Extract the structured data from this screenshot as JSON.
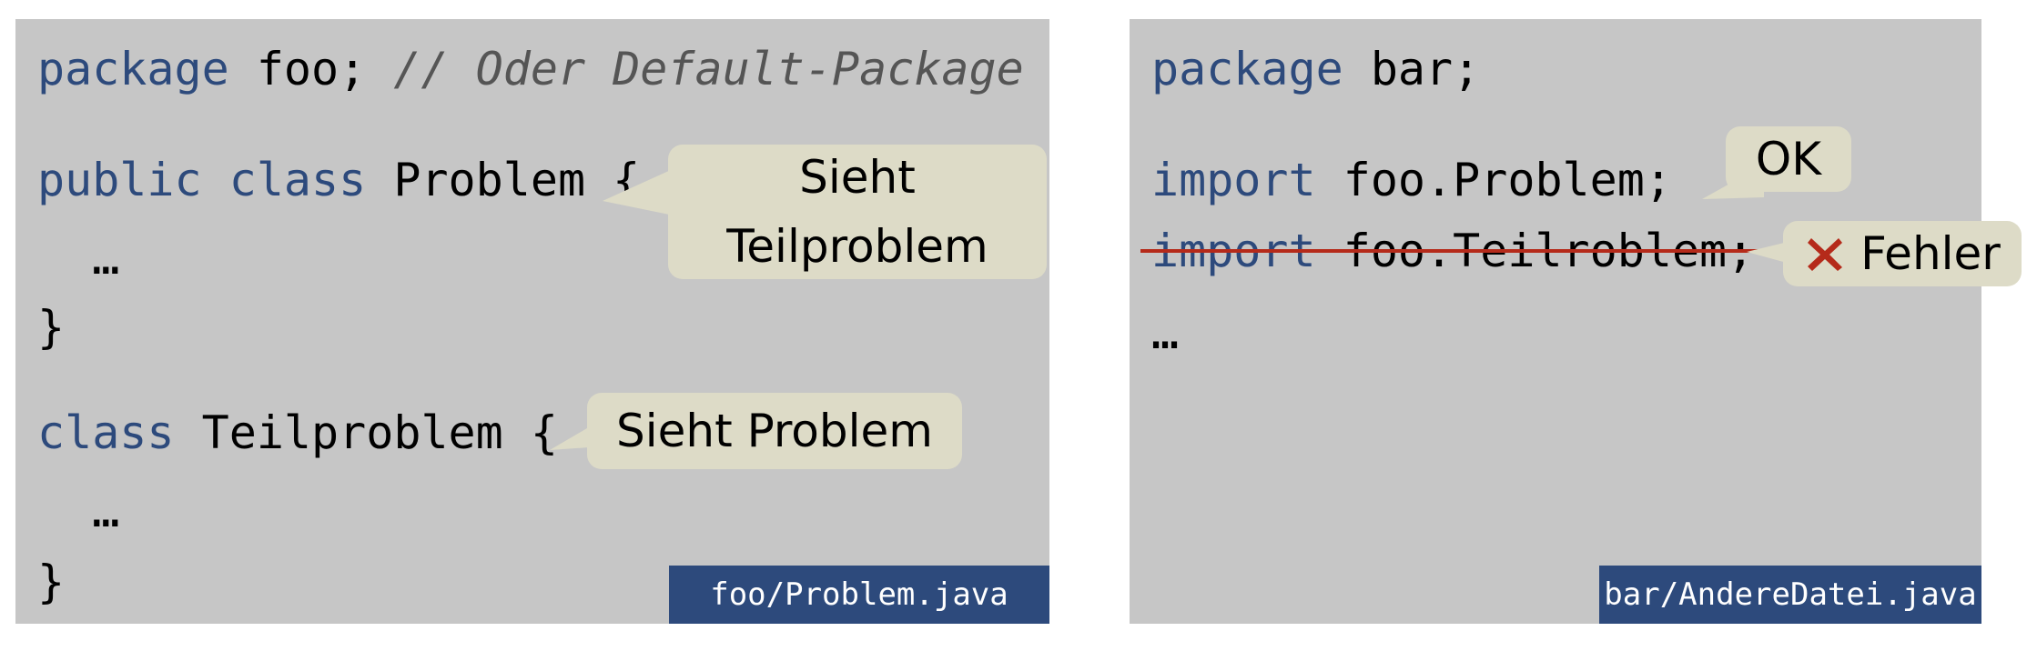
{
  "left": {
    "line1_kw": "package",
    "line1_rest": " foo; ",
    "line1_comment": "// Oder Default-Package",
    "line2_kw": "public class",
    "line2_rest": " Problem {",
    "line3": "  …",
    "line4": "}",
    "line5_kw": "class",
    "line5_rest": " Teilproblem {",
    "line6": "  …",
    "line7": "}",
    "bubble_top_line1": "Sieht",
    "bubble_top_line2": "Teilproblem",
    "bubble_bottom": "Sieht Problem",
    "file_label": "foo/Problem.java"
  },
  "right": {
    "line1_kw": "package",
    "line1_rest": " bar;",
    "line2_kw": "import",
    "line2_rest": " foo.Problem;",
    "line3_kw": "import",
    "line3_rest": " foo.Teilroblem;",
    "line4": "…",
    "bubble_ok": "OK",
    "bubble_error": "Fehler",
    "error_icon": "cross-icon",
    "file_label": "bar/AndereDatei.java"
  },
  "colors": {
    "keyword": "#2d4a7c",
    "panel_bg": "#c6c6c6",
    "bubble_bg": "#dddbc7",
    "label_bg": "#2d4a7c",
    "strike": "#b52a1a"
  }
}
